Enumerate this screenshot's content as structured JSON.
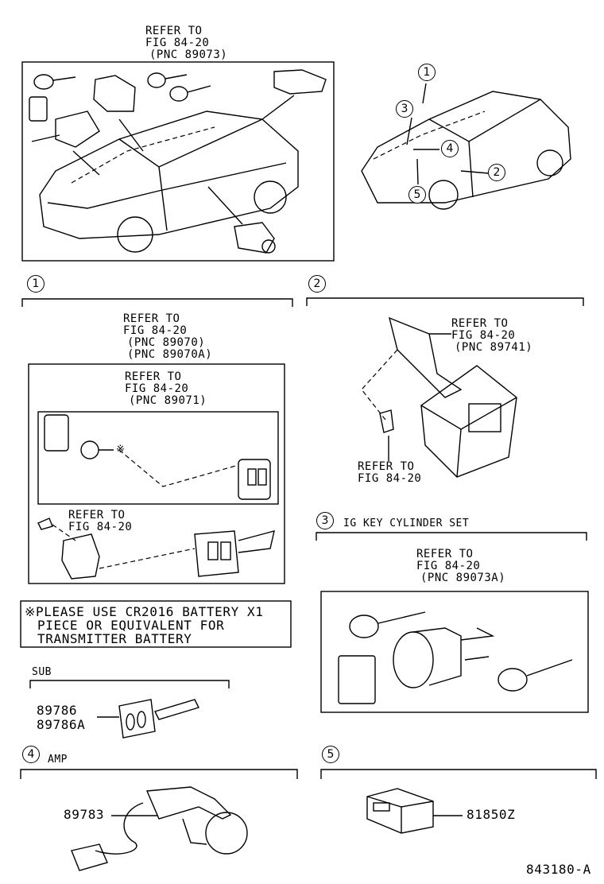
{
  "refer_topleft": {
    "l1": "REFER TO",
    "l2": "FIG 84-20",
    "l3": "(PNC 89073)"
  },
  "locator": {
    "callouts": [
      "1",
      "2",
      "3",
      "4",
      "5"
    ]
  },
  "section1": {
    "num": "1",
    "outer_ref": {
      "l1": "REFER TO",
      "l2": "FIG 84-20",
      "l3": "(PNC 89070)",
      "l4": "(PNC 89070A)"
    },
    "inner_ref": {
      "l1": "REFER TO",
      "l2": "FIG 84-20",
      "l3": "(PNC 89071)"
    },
    "screw_ref": {
      "l1": "REFER TO",
      "l2": "FIG 84-20"
    },
    "note_mark": "※",
    "note": {
      "l1": "※PLEASE USE CR2016 BATTERY X1",
      "l2": "PIECE OR EQUIVALENT FOR",
      "l3": "TRANSMITTER BATTERY"
    }
  },
  "sub": {
    "label": "SUB",
    "p1": "89786",
    "p2": "89786A"
  },
  "section2": {
    "num": "2",
    "ref1": {
      "l1": "REFER TO",
      "l2": "FIG 84-20",
      "l3": "(PNC 89741)"
    },
    "ref2": {
      "l1": "REFER TO",
      "l2": "FIG 84-20"
    }
  },
  "section3": {
    "num": "3",
    "title": "IG KEY CYLINDER SET",
    "ref": {
      "l1": "REFER TO",
      "l2": "FIG 84-20",
      "l3": "(PNC 89073A)"
    }
  },
  "section4": {
    "num": "4",
    "title": "AMP",
    "part": "89783"
  },
  "section5": {
    "num": "5",
    "part": "81850Z"
  },
  "footer": {
    "code": "843180-A"
  }
}
